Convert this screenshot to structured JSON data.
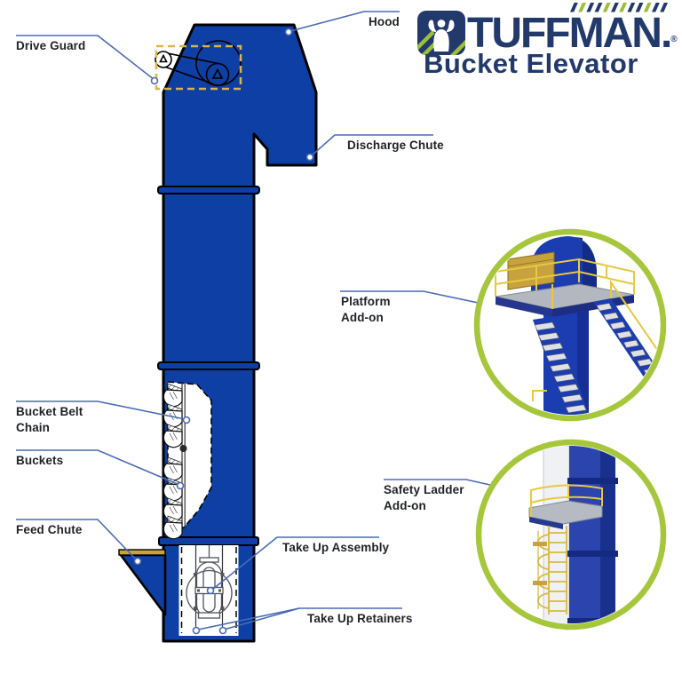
{
  "colors": {
    "blue": "#0d3fa4",
    "leader": "#4a6bb5",
    "gold-dash": "#d9b44a",
    "chute-gold": "#c9a23c",
    "navy": "#22396b",
    "green": "#9cbf3a",
    "ring-green": "#a6c63c",
    "label-ink": "#1f2125"
  },
  "brand": {
    "name": "TUFFMAN",
    "period": ".",
    "registered": "®",
    "product": "Bucket Elevator"
  },
  "labels": {
    "drive_guard": "Drive Guard",
    "hood": "Hood",
    "discharge_chute": "Discharge Chute",
    "bucket_belt_chain": "Bucket Belt Chain",
    "buckets": "Buckets",
    "feed_chute": "Feed Chute",
    "take_up_assembly": "Take Up Assembly",
    "take_up_retainers": "Take Up Retainers",
    "platform_addon": "Platform Add-on",
    "safety_ladder_addon": "Safety Ladder Add-on"
  }
}
